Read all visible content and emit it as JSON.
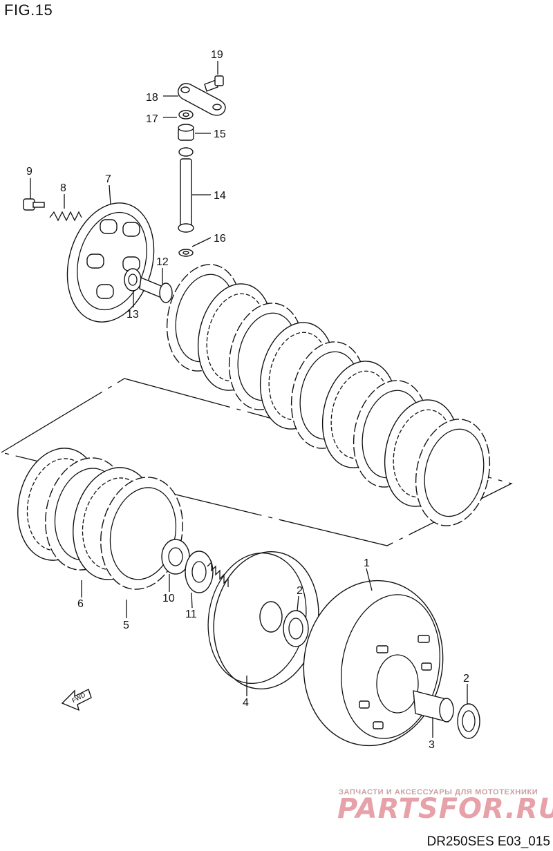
{
  "figure": {
    "title": "FIG.15",
    "code": "DR250SES E03_015",
    "fwd_label": "FWD"
  },
  "watermark": {
    "subtitle": "ЗАПЧАСТИ И АКСЕССУАРЫ ДЛЯ МОТОТЕХНИКИ",
    "brand": "PARTSFOR.RU"
  },
  "callouts": [
    {
      "id": "1",
      "label": "1"
    },
    {
      "id": "2a",
      "label": "2"
    },
    {
      "id": "2b",
      "label": "2"
    },
    {
      "id": "3",
      "label": "3"
    },
    {
      "id": "4",
      "label": "4"
    },
    {
      "id": "5",
      "label": "5"
    },
    {
      "id": "6",
      "label": "6"
    },
    {
      "id": "7",
      "label": "7"
    },
    {
      "id": "8",
      "label": "8"
    },
    {
      "id": "9",
      "label": "9"
    },
    {
      "id": "10",
      "label": "10"
    },
    {
      "id": "11",
      "label": "11"
    },
    {
      "id": "12",
      "label": "12"
    },
    {
      "id": "13",
      "label": "13"
    },
    {
      "id": "14",
      "label": "14"
    },
    {
      "id": "15",
      "label": "15"
    },
    {
      "id": "16",
      "label": "16"
    },
    {
      "id": "17",
      "label": "17"
    },
    {
      "id": "18",
      "label": "18"
    },
    {
      "id": "19",
      "label": "19"
    }
  ]
}
